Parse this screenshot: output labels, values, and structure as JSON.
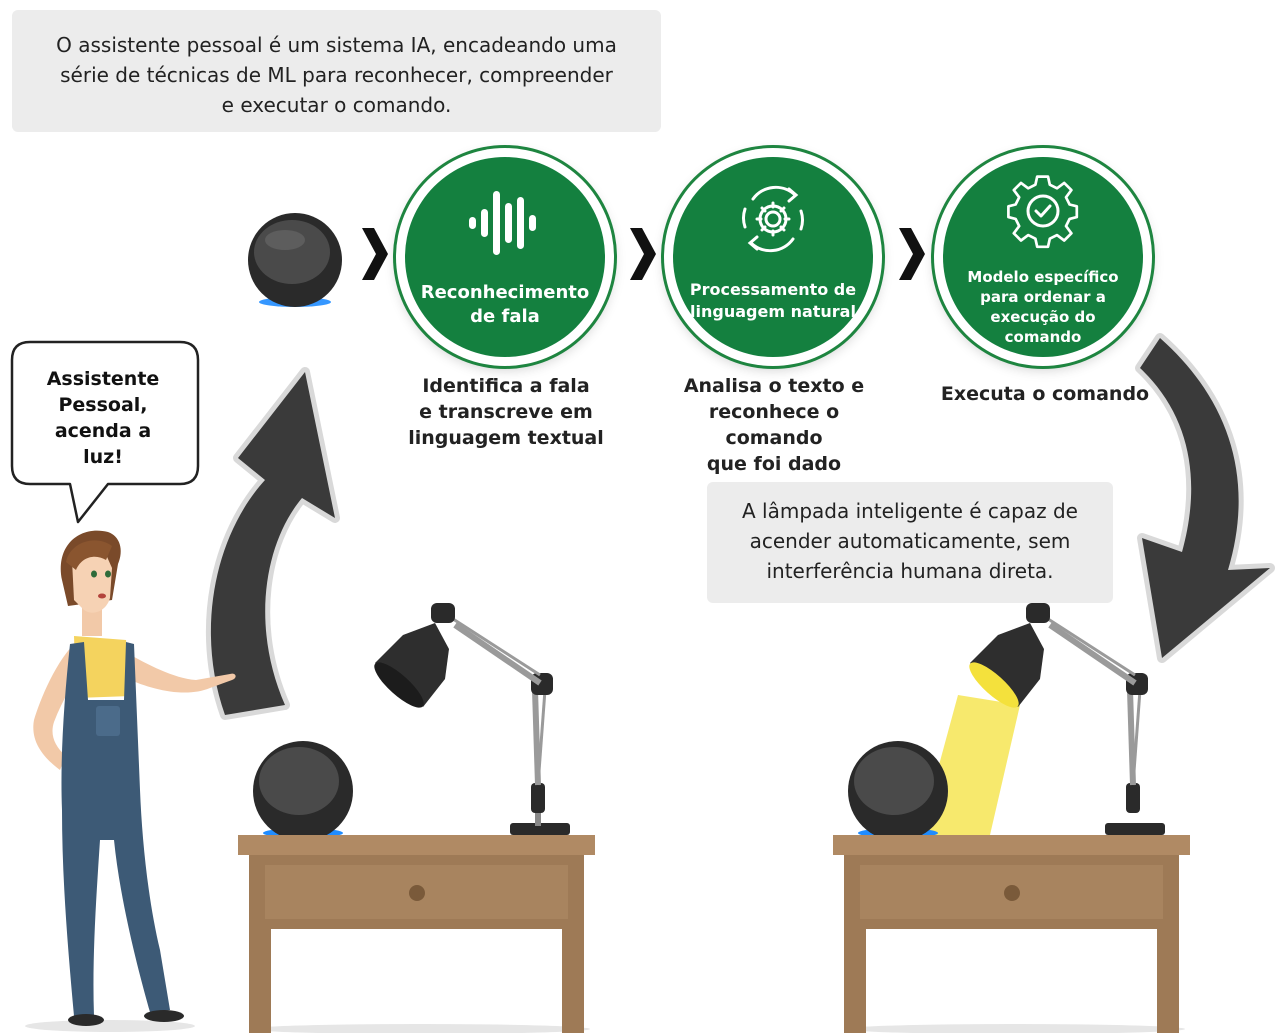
{
  "intro_note": {
    "line1": "O assistente pessoal é um sistema IA, encadeando uma",
    "line2": "série de técnicas de ML para reconhecer, compreender",
    "line3": "e executar o comando."
  },
  "speech_bubble": {
    "line1": "Assistente",
    "line2": "Pessoal,",
    "line3": "acenda a luz!"
  },
  "steps": [
    {
      "title": [
        "Reconhecimento",
        "de fala"
      ],
      "description": [
        "Identifica a fala",
        "e transcreve em",
        "linguagem textual"
      ],
      "icon": "sound-wave-icon"
    },
    {
      "title": [
        "Processamento de",
        "linguagem natural"
      ],
      "description": [
        "Analisa o texto e",
        "reconhece o comando",
        "que foi dado"
      ],
      "icon": "gear-cycle-icon"
    },
    {
      "title": [
        "Modelo específico",
        "para ordenar a",
        "execução do",
        "comando"
      ],
      "description": [
        "Executa o comando"
      ],
      "icon": "gear-check-icon"
    }
  ],
  "lamp_note": {
    "line1": "A lâmpada inteligente é capaz de",
    "line2": "acender automaticamente, sem",
    "line3": "interferência humana direta."
  },
  "colors": {
    "step_green": "#14803f",
    "note_bg": "#ececec",
    "arrow_dark": "#3a3a3a",
    "table_top": "#b08a64",
    "lamp_light": "#f4e13c"
  }
}
